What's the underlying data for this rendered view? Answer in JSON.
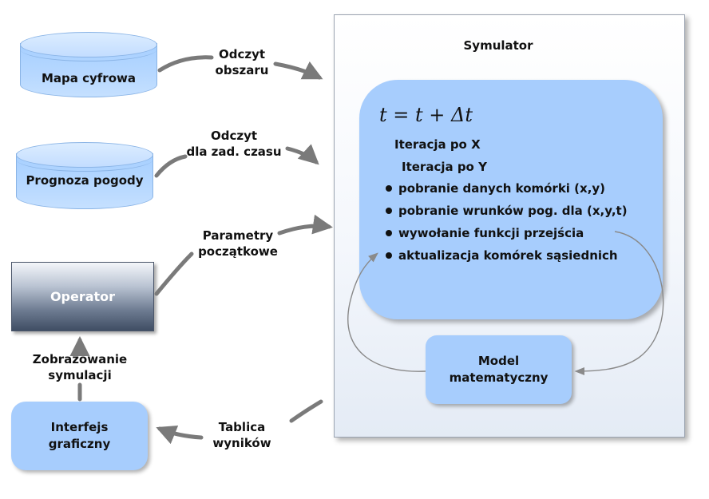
{
  "sources": {
    "map": {
      "label": "Mapa cyfrowa"
    },
    "weather": {
      "line1": "Prognoza",
      "line2": "pogody"
    }
  },
  "arrows": {
    "read_area": {
      "line1": "Odczyt",
      "line2": "obszaru"
    },
    "read_time": {
      "line1": "Odczyt",
      "line2": "dla zad. czasu"
    },
    "params": {
      "line1": "Parametry",
      "line2": "początkowe"
    },
    "render": {
      "line1": "Zobrazowanie",
      "line2": "symulacji"
    },
    "results": {
      "line1": "Tablica",
      "line2": "wyników"
    }
  },
  "operator": {
    "label": "Operator"
  },
  "gui": {
    "line1": "Interfejs",
    "line2": "graficzny"
  },
  "simulator": {
    "title": "Symulator",
    "formula": "t = t + Δt",
    "iter_x": "Iteracja po X",
    "iter_y": "Iteracja po Y",
    "steps": [
      "pobranie danych komórki (x,y)",
      "pobranie wrunków pog. dla (x,y,t)",
      "wywołanie funkcji przejścia",
      "aktualizacja komórek sąsiednich"
    ],
    "model": {
      "line1": "Model",
      "line2": "matematyczny"
    }
  },
  "colors": {
    "box_blue": "#a7cdfd",
    "arrow_gray": "#7a7a7a",
    "operator_dark": "#3f4d63"
  }
}
